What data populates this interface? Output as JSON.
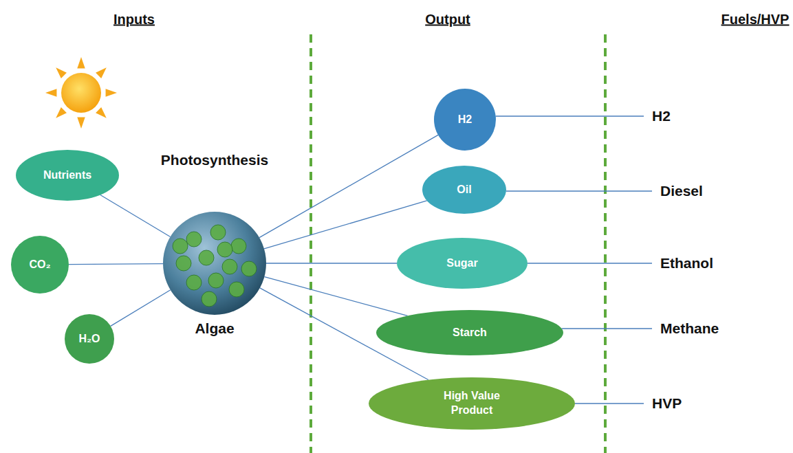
{
  "diagram": {
    "nodes": [
      {
        "text": [
          "Nutrients"
        ]
      },
      {
        "text": [
          "CO₂"
        ]
      },
      {
        "text": [
          "H₂O"
        ]
      },
      {
        "text": [
          "Photosynthesis",
          "Algae"
        ]
      },
      {
        "text": [
          "H2"
        ]
      },
      {
        "text": [
          "Oil"
        ]
      },
      {
        "text": [
          "Sugar"
        ]
      },
      {
        "text": [
          "Starch"
        ]
      },
      {
        "text": [
          "High Value Product"
        ]
      }
    ],
    "edges": [
      {
        "from": 0,
        "to": 3,
        "arrow": "none"
      },
      {
        "from": 1,
        "to": 3,
        "arrow": "none"
      },
      {
        "from": 2,
        "to": 3,
        "arrow": "none"
      },
      {
        "from": 3,
        "to": 4,
        "arrow": "none"
      },
      {
        "from": 3,
        "to": 5,
        "arrow": "none"
      },
      {
        "from": 3,
        "to": 6,
        "arrow": "none"
      },
      {
        "from": 3,
        "to": 7,
        "arrow": "none"
      },
      {
        "from": 3,
        "to": 8,
        "arrow": "none"
      }
    ],
    "labels": [
      "Inputs",
      "Output",
      "Fuels/HVP",
      "H2",
      "Diesel",
      "Ethanol",
      "Methane",
      "HVP"
    ]
  }
}
